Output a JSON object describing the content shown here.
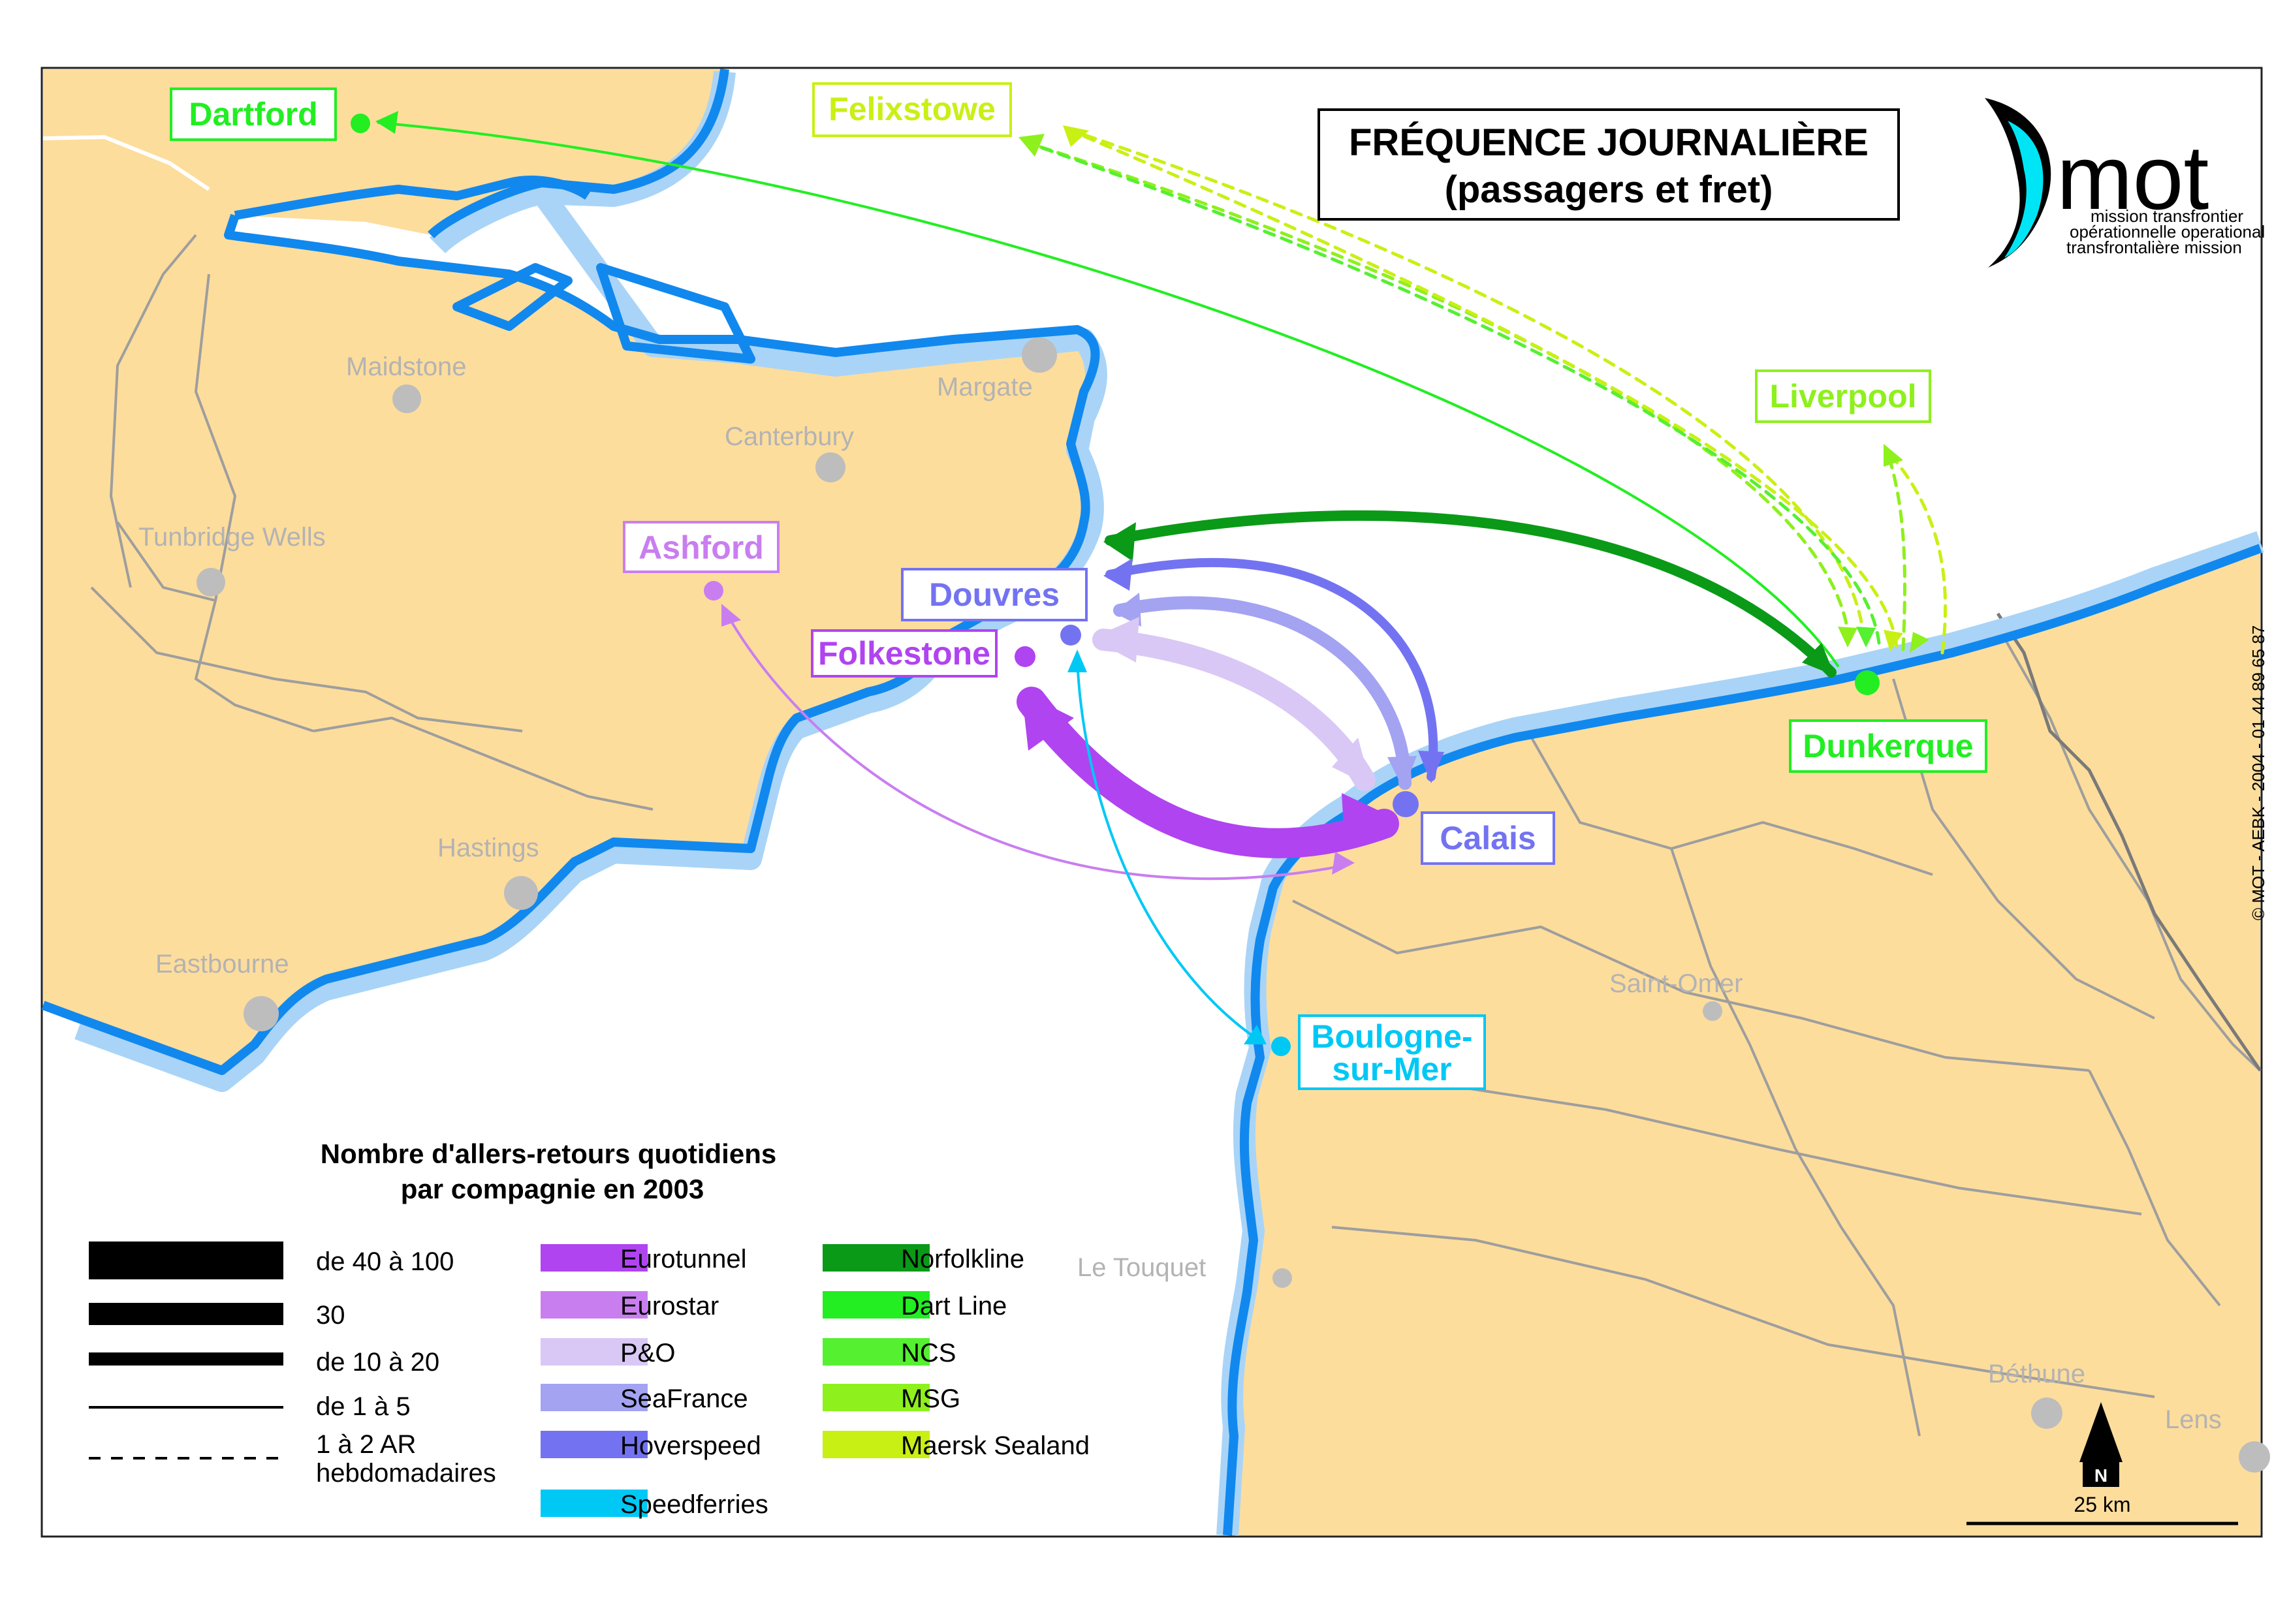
{
  "title": {
    "line1": "FRÉQUENCE JOURNALIÈRE",
    "line2": "(passagers et fret)"
  },
  "logo": {
    "text": "mot",
    "tagline1": "mission transfrontier",
    "tagline2": "opérationnelle operational",
    "tagline3": "transfrontalière mission"
  },
  "credit": "© MOT - AEBK - 2004 - 01 44 89 65 87",
  "colors": {
    "land": "#fddd9c",
    "sea": "#ffffff",
    "coast": "#1188ee",
    "coast_halo": "#a9d4f7",
    "eurotunnel": "#b044f0",
    "eurostar": "#c97ef0",
    "po": "#d9c8f5",
    "seafrance": "#a3a3f2",
    "hoverspeed": "#7373f2",
    "speedferries": "#00c8f5",
    "norfolkline": "#0a9a17",
    "dartline": "#22ee22",
    "ncs": "#55f030",
    "msg": "#8ef01c",
    "maersk": "#c8f014"
  },
  "cities": [
    {
      "id": "maidstone",
      "name": "Maidstone"
    },
    {
      "id": "margate",
      "name": "Margate"
    },
    {
      "id": "canterbury",
      "name": "Canterbury"
    },
    {
      "id": "tunbridge",
      "name": "Tunbridge Wells"
    },
    {
      "id": "hastings",
      "name": "Hastings"
    },
    {
      "id": "eastbourne",
      "name": "Eastbourne"
    },
    {
      "id": "saintomer",
      "name": "Saint-Omer"
    },
    {
      "id": "letouquet",
      "name": "Le Touquet"
    },
    {
      "id": "bethune",
      "name": "Béthune"
    },
    {
      "id": "lens",
      "name": "Lens"
    }
  ],
  "ports": {
    "dartford": "Dartford",
    "felixstowe": "Felixstowe",
    "liverpool": "Liverpool",
    "ashford": "Ashford",
    "douvres": "Douvres",
    "folkestone": "Folkestone",
    "calais": "Calais",
    "dunkerque": "Dunkerque",
    "boulogne1": "Boulogne-",
    "boulogne2": "sur-Mer"
  },
  "legend": {
    "title1": "Nombre d'allers-retours quotidiens",
    "title2": "par compagnie en 2003",
    "widths": [
      "de 40 à 100",
      "30",
      "de 10 à 20",
      "de 1 à 5",
      "1 à 2 AR",
      "hebdomadaires"
    ],
    "companies": [
      {
        "name": "Eurotunnel",
        "color": "#b044f0"
      },
      {
        "name": "Eurostar",
        "color": "#c97ef0"
      },
      {
        "name": "P&O",
        "color": "#d9c8f5"
      },
      {
        "name": "SeaFrance",
        "color": "#a3a3f2"
      },
      {
        "name": "Hoverspeed",
        "color": "#7373f2"
      },
      {
        "name": "Speedferries",
        "color": "#00c8f5"
      },
      {
        "name": "Norfolkline",
        "color": "#0a9a17"
      },
      {
        "name": "Dart Line",
        "color": "#22ee22"
      },
      {
        "name": "NCS",
        "color": "#55f030"
      },
      {
        "name": "MSG",
        "color": "#8ef01c"
      },
      {
        "name": "Maersk Sealand",
        "color": "#c8f014"
      }
    ]
  },
  "north": "N",
  "scale": "25 km"
}
